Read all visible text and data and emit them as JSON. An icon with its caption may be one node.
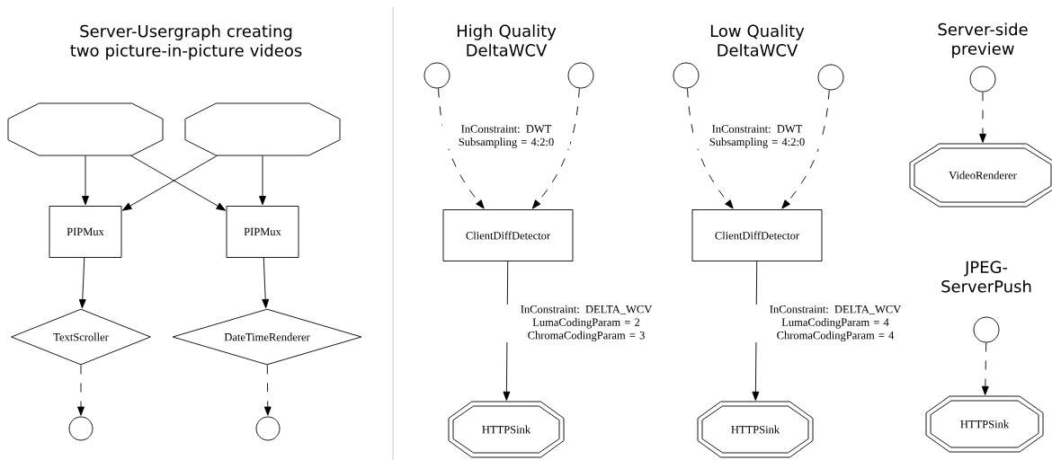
{
  "diagram": {
    "nodes": [
      {
        "text": [],
        "shape": "octagon"
      },
      {
        "text": [],
        "shape": "octagon"
      },
      {
        "text": [
          "PIPMux"
        ]
      },
      {
        "text": [
          "PIPMux"
        ]
      },
      {
        "text": [
          "TextScroller"
        ]
      },
      {
        "text": [
          "DateTimeRenderer"
        ]
      },
      {
        "text": [],
        "shape": "circle"
      },
      {
        "text": [],
        "shape": "circle"
      },
      {
        "text": [],
        "shape": "circle"
      },
      {
        "text": [],
        "shape": "circle"
      },
      {
        "text": [
          "ClientDiffDetector"
        ]
      },
      {
        "text": [
          "HTTPSink"
        ]
      },
      {
        "text": [],
        "shape": "circle"
      },
      {
        "text": [],
        "shape": "circle"
      },
      {
        "text": [
          "ClientDiffDetector"
        ]
      },
      {
        "text": [
          "HTTPSink"
        ]
      },
      {
        "text": [],
        "shape": "circle"
      },
      {
        "text": [
          "VideoRenderer"
        ]
      },
      {
        "text": [],
        "shape": "circle"
      },
      {
        "text": [
          "HTTPSink"
        ]
      }
    ],
    "edges": [
      {
        "from": 0,
        "to": 2,
        "arrow": "to"
      },
      {
        "from": 0,
        "to": 3,
        "arrow": "to"
      },
      {
        "from": 1,
        "to": 2,
        "arrow": "to"
      },
      {
        "from": 1,
        "to": 3,
        "arrow": "to"
      },
      {
        "from": 2,
        "to": 4,
        "arrow": "to"
      },
      {
        "from": 3,
        "to": 5,
        "arrow": "to"
      },
      {
        "from": 4,
        "to": 6,
        "arrow": "to",
        "style": "dashed"
      },
      {
        "from": 5,
        "to": 7,
        "arrow": "to",
        "style": "dashed"
      },
      {
        "from": 8,
        "to": 10,
        "arrow": "to",
        "style": "dashed",
        "label": "InConstraint: DWT Subsampling = 4:2:0"
      },
      {
        "from": 9,
        "to": 10,
        "arrow": "to",
        "style": "dashed"
      },
      {
        "from": 10,
        "to": 11,
        "arrow": "to",
        "label": "InConstraint: DELTA_WCV LumaCodingParam = 2 ChromaCodingParam = 3"
      },
      {
        "from": 12,
        "to": 14,
        "arrow": "to",
        "style": "dashed",
        "label": "InConstraint: DWT Subsampling = 4:2:0"
      },
      {
        "from": 13,
        "to": 14,
        "arrow": "to",
        "style": "dashed"
      },
      {
        "from": 14,
        "to": 15,
        "arrow": "to",
        "label": "InConstraint: DELTA_WCV LumaCodingParam = 4 ChromaCodingParam = 4"
      },
      {
        "from": 16,
        "to": 17,
        "arrow": "to",
        "style": "dashed"
      },
      {
        "from": 18,
        "to": 19,
        "arrow": "to",
        "style": "dashed"
      }
    ],
    "labels": [
      "Server-Usergraph creating two picture-in-picture videos",
      "High Quality DeltaWCV",
      "Low Quality DeltaWCV",
      "Server-side preview",
      "JPEG-ServerPush"
    ]
  }
}
